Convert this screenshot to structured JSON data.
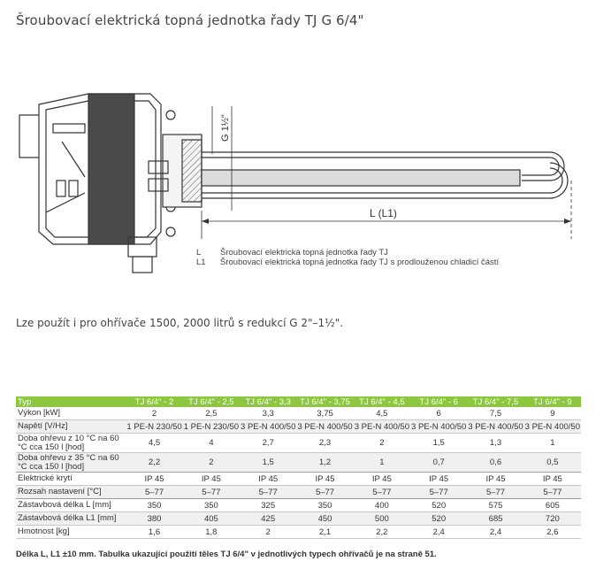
{
  "title": "Šroubovací elektrická topná jednotka řady TJ G 6/4\"",
  "drawing": {
    "thread_label": "G 1½\"",
    "length_label": "L (L1)"
  },
  "legend": [
    {
      "key": "L",
      "text": "Šroubovací elektrická topná jednotka řady TJ"
    },
    {
      "key": "L1",
      "text": "Šroubovací elektrická topná jednotka řady TJ s prodlouženou chladicí částí"
    }
  ],
  "note": "Lze použít i pro ohřívače 1500, 2000 litrů s redukcí G 2\"–1½\".",
  "table": {
    "headers": [
      "Typ",
      "TJ 6/4\" - 2",
      "TJ 6/4\" - 2,5",
      "TJ 6/4\" - 3,3",
      "TJ 6/4\" - 3,75",
      "TJ 6/4\" - 4,5",
      "TJ 6/4\" - 6",
      "TJ 6/4\" - 7,5",
      "TJ 6/4\" - 9"
    ],
    "rows": [
      {
        "label": "Výkon [kW]",
        "values": [
          "2",
          "2,5",
          "3,3",
          "3,75",
          "4,5",
          "6",
          "7,5",
          "9"
        ]
      },
      {
        "label": "Napětí [V/Hz]",
        "values": [
          "1 PE-N 230/50",
          "1 PE-N 230/50",
          "3 PE-N 400/50",
          "3 PE-N 400/50",
          "3 PE-N 400/50",
          "3 PE-N 400/50",
          "3 PE-N 400/50",
          "3 PE-N 400/50"
        ]
      },
      {
        "label": "Doba ohřevu z 10 °C na 60 °C cca 150 l [hod]",
        "values": [
          "4,5",
          "4",
          "2,7",
          "2,3",
          "2",
          "1,5",
          "1,3",
          "1"
        ]
      },
      {
        "label": "Doba ohřevu z 35 °C na 60 °C cca 150 l [hod]",
        "values": [
          "2,2",
          "2",
          "1,5",
          "1,2",
          "1",
          "0,7",
          "0,6",
          "0,5"
        ]
      },
      {
        "label": "Elektrické krytí",
        "values": [
          "IP 45",
          "IP 45",
          "IP 45",
          "IP 45",
          "IP 45",
          "IP 45",
          "IP 45",
          "IP 45"
        ]
      },
      {
        "label": "Rozsah nastavení [°C]",
        "values": [
          "5–77",
          "5–77",
          "5–77",
          "5–77",
          "5–77",
          "5–77",
          "5–77",
          "5–77"
        ]
      },
      {
        "label": "Zástavbová délka L [mm]",
        "values": [
          "350",
          "350",
          "325",
          "350",
          "400",
          "520",
          "575",
          "605"
        ]
      },
      {
        "label": "Zástavbová délka L1 [mm]",
        "values": [
          "380",
          "405",
          "425",
          "450",
          "500",
          "520",
          "685",
          "720"
        ]
      },
      {
        "label": "Hmotnost [kg]",
        "values": [
          "1,6",
          "1,8",
          "2",
          "2,1",
          "2,2",
          "2,4",
          "2,4",
          "2,6"
        ]
      }
    ]
  },
  "footer": "Délka L, L1 ±10 mm. Tabulka ukazující použití těles TJ 6/4\" v jednotlivých typech ohřívačů je na straně 51."
}
